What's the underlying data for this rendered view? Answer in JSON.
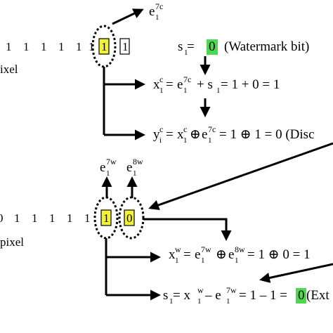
{
  "colors": {
    "highlight_yellow": "#f2f23a",
    "highlight_green": "#4fd84f",
    "stroke": "#000000"
  },
  "top": {
    "bits": [
      "1",
      "1",
      "1",
      "1",
      "1",
      "1"
    ],
    "row_label_fragment": "ixel",
    "highlight_bit": "1",
    "next_bit": "1",
    "e_label": "e",
    "e_sub": "1",
    "e_sup": "7c",
    "s_eq": {
      "s": "s",
      "s_sub": "1",
      "eq": " = ",
      "value": "0",
      "note": "(Watermark bit)"
    },
    "x_eq": {
      "x": "x",
      "x_sub": "1",
      "x_sup": "c",
      "e": "e",
      "e_sub": "1",
      "e_sup": "7c",
      "plus": "+ s",
      "s_sub": "1",
      "rest": " = 1 + 0 = 1"
    },
    "y_eq": {
      "y": "y",
      "y_sub": "i",
      "y_sup": "c",
      "x": "x",
      "x_sub": "1",
      "x_sup": "c",
      "e": "e",
      "e_sub": "1",
      "e_sup": "7c",
      "rest": " = 1 ⊕ 1 = 0 (Disc"
    }
  },
  "bottom": {
    "bits_left": "0",
    "bits": [
      "1",
      "1",
      "1",
      "1",
      "1"
    ],
    "row_label_fragment": "pixel",
    "highlight_bit": "1",
    "highlight_bit2": "0",
    "e7_label": "e",
    "e7_sub": "1",
    "e7_sup": "7w",
    "e8_label": "e",
    "e8_sub": "1",
    "e8_sup": "8w",
    "x_eq": {
      "x": "x",
      "x_sub": "1",
      "x_sup": "w",
      "e7": "e",
      "e7_sub": "1",
      "e7_sup": "7w",
      "e8": "e",
      "e8_sub": "1",
      "e8_sup": "8w",
      "rest": " = 1 ⊕ 0 = 1"
    },
    "s_eq": {
      "s": "s",
      "s_sub": "1",
      "eq": " = x",
      "x_sub": "1",
      "x_sup": "w",
      "minus": " – e",
      "e_sub": "1",
      "e_sup": "7w",
      "rest": " = 1 – 1 = ",
      "value": "0",
      "tail": " (Ext"
    }
  }
}
